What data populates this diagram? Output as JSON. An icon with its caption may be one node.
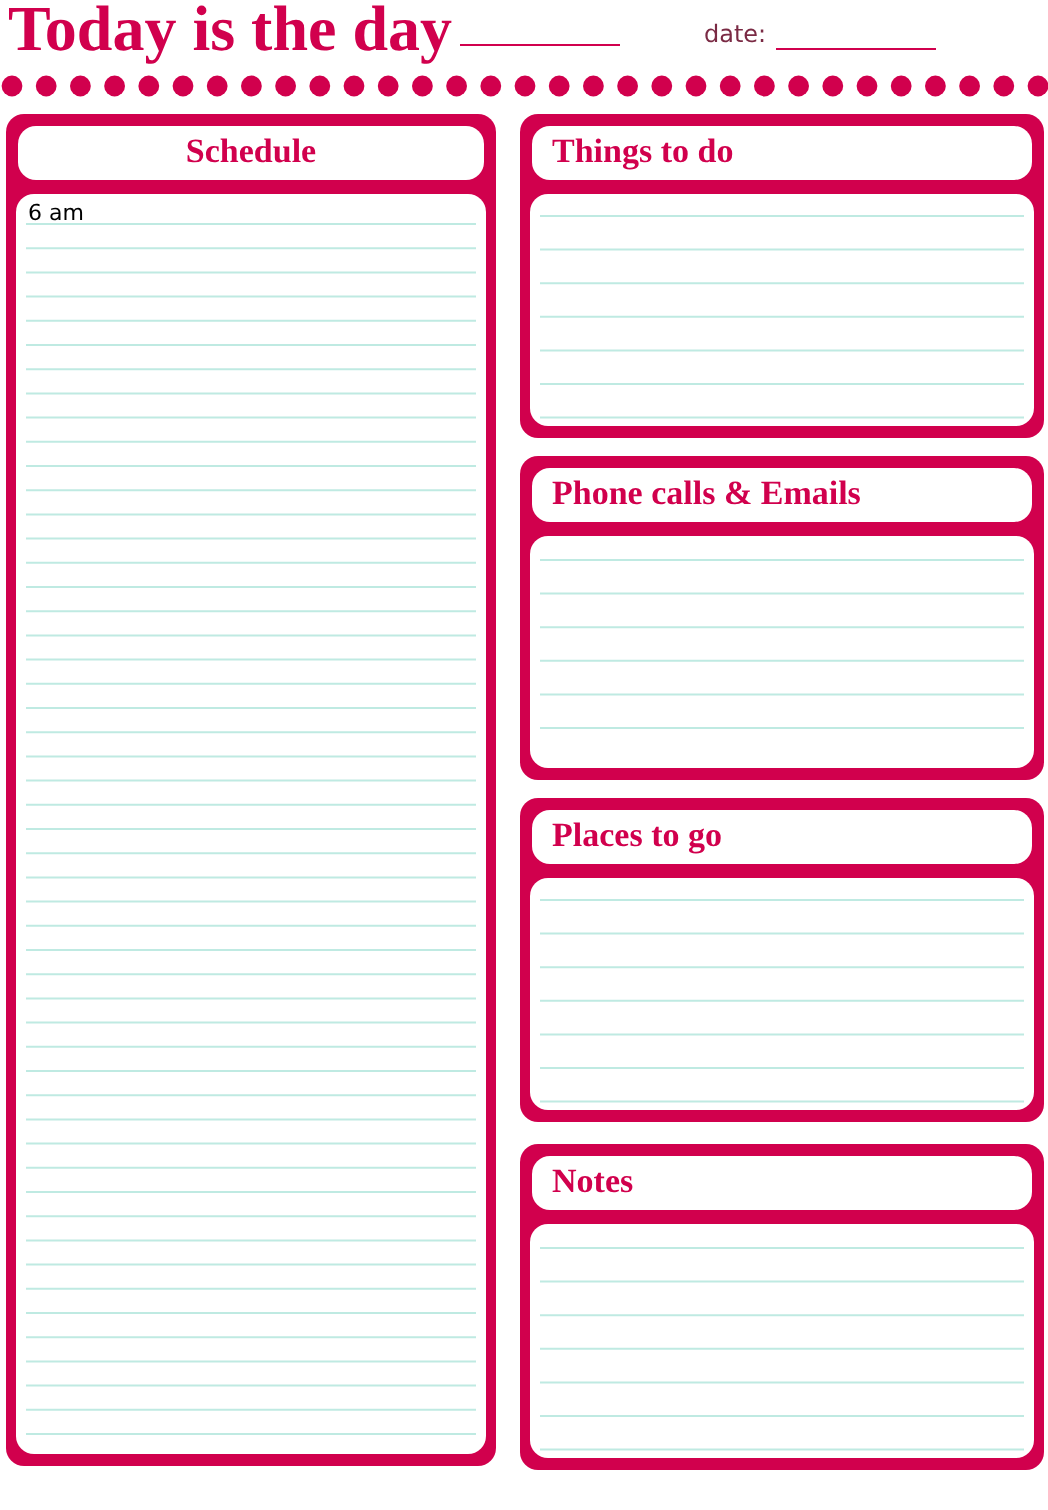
{
  "diagram": {
    "title": "Today is the day",
    "nodes": [
      {
        "text": [
          "Schedule"
        ]
      },
      {
        "text": [
          "Things to do"
        ]
      },
      {
        "text": [
          "Phone calls & Emails"
        ]
      },
      {
        "text": [
          "Places to go"
        ]
      },
      {
        "text": [
          "Notes"
        ]
      }
    ],
    "labels": [
      "date:",
      "6 am"
    ]
  }
}
